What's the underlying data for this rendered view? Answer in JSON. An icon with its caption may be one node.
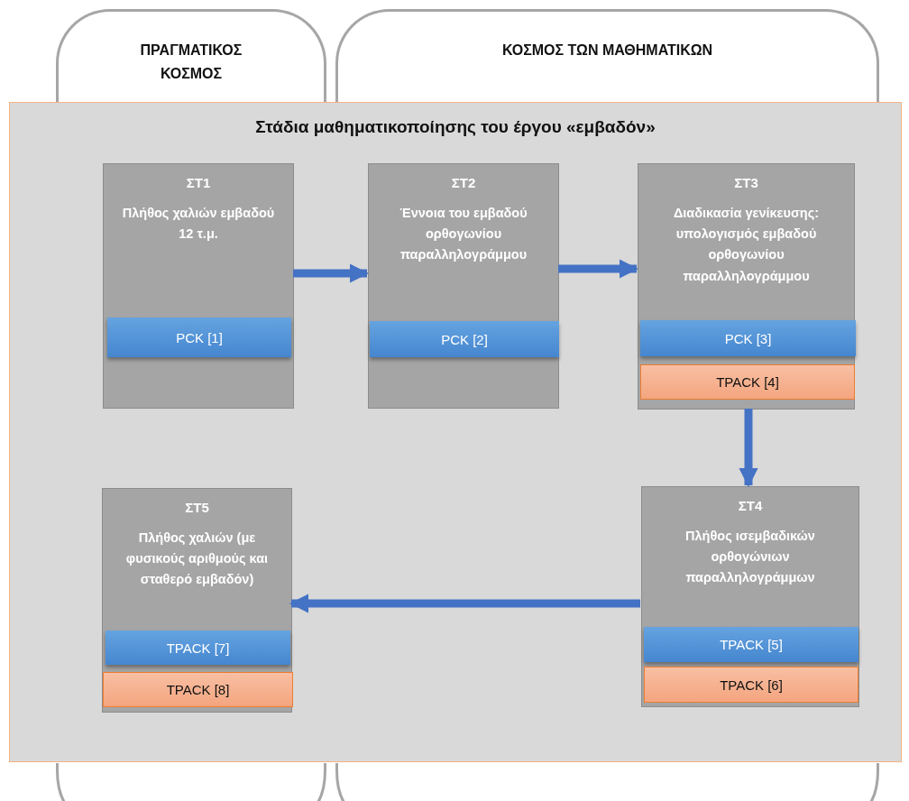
{
  "diagram": {
    "nodes": [
      {
        "text": [
          "ΠΡΑΓΜΑΤΙΚΟΣ ΚΟΣΜΟΣ"
        ]
      },
      {
        "text": [
          "ΚΟΣΜΟΣ ΤΩΝ ΜΑΘΗΜΑΤΙΚΩΝ"
        ]
      },
      {
        "text": [
          "Στάδια μαθηματικοποίησης του έργου «εμβαδόν»"
        ]
      },
      {
        "text": [
          "ΣΤ1",
          "Πλήθος χαλιών εμβαδού 12 τ.μ."
        ],
        "in": 2
      },
      {
        "text": [
          "PCK [1]"
        ],
        "in": 3
      },
      {
        "text": [
          "ΣΤ2",
          "Έννοια του εμβαδού ορθογωνίου παραλληλογράμμου"
        ],
        "in": 2
      },
      {
        "text": [
          "PCK [2]"
        ],
        "in": 5
      },
      {
        "text": [
          "ΣΤ3",
          "Διαδικασία γενίκευσης: υπολογισμός εμβαδού ορθογωνίου παραλληλογράμμου"
        ],
        "in": 2
      },
      {
        "text": [
          "PCK [3]"
        ],
        "in": 7
      },
      {
        "text": [
          "TPACK [4]"
        ],
        "in": 7
      },
      {
        "text": [
          "ΣΤ4",
          "Πλήθος ισεμβαδικών ορθογώνιων παραλληλογράμμων"
        ],
        "in": 2
      },
      {
        "text": [
          "TPACK [5]"
        ],
        "in": 10
      },
      {
        "text": [
          "TPACK [6]"
        ],
        "in": 10
      },
      {
        "text": [
          "ΣΤ5",
          "Πλήθος χαλιών (με φυσικούς αριθμούς και σταθερό εμβαδόν)"
        ],
        "in": 2
      },
      {
        "text": [
          "TPACK [7]"
        ],
        "in": 13
      },
      {
        "text": [
          "TPACK [8]"
        ],
        "in": 13
      }
    ],
    "edges": [
      {
        "from": 3,
        "to": 5,
        "arrow": "to"
      },
      {
        "from": 5,
        "to": 7,
        "arrow": "to"
      },
      {
        "from": 7,
        "to": 10,
        "arrow": "to"
      },
      {
        "from": 10,
        "to": 13,
        "arrow": "to"
      }
    ]
  }
}
